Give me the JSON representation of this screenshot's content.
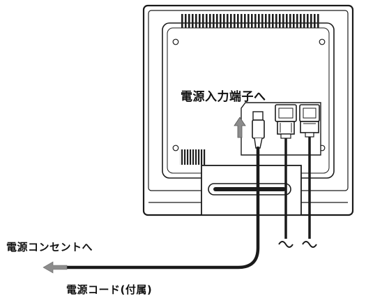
{
  "labels": {
    "power_input": "電源入力端子へ",
    "to_outlet": "電源コンセントへ",
    "power_cord": "電源コード(付属)"
  },
  "colors": {
    "line": "#1a1a1a",
    "vent": "#1e1e1e",
    "paper": "#ffffff",
    "grey_arrow": "#8c8c8c"
  }
}
